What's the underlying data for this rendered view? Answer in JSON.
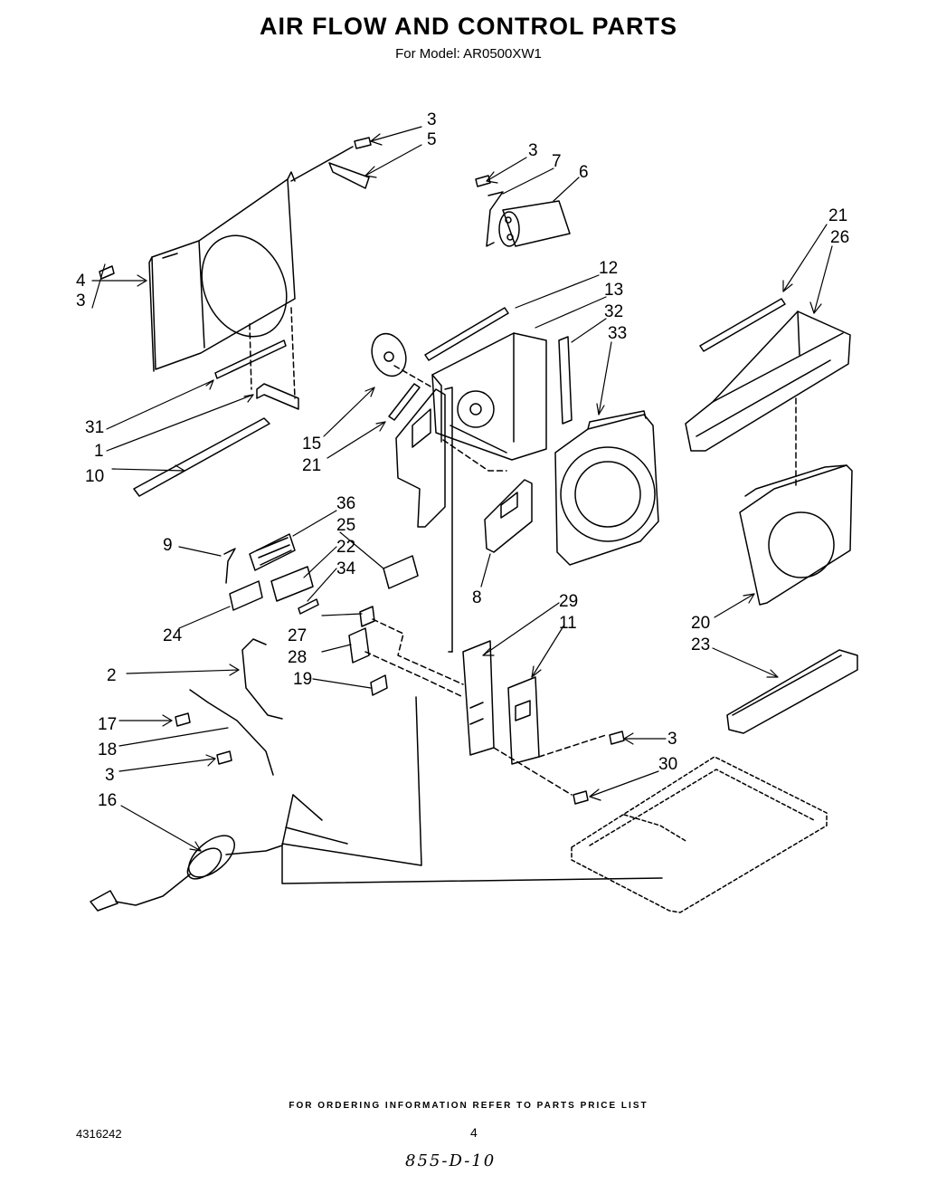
{
  "title": "AIR FLOW AND CONTROL PARTS",
  "subtitle": "For Model: AR0500XW1",
  "callouts": {
    "c3a": "3",
    "c5": "5",
    "c3b": "3",
    "c7": "7",
    "c6": "6",
    "c21a": "21",
    "c26": "26",
    "c4": "4",
    "c3c": "3",
    "c12": "12",
    "c13": "13",
    "c32": "32",
    "c33": "33",
    "c31": "31",
    "c1": "1",
    "c10": "10",
    "c15": "15",
    "c21b": "21",
    "c36": "36",
    "c25": "25",
    "c22": "22",
    "c34": "34",
    "c9": "9",
    "c24": "24",
    "c8": "8",
    "c29": "29",
    "c11": "11",
    "c27": "27",
    "c28": "28",
    "c19": "19",
    "c2": "2",
    "c20": "20",
    "c23": "23",
    "c17": "17",
    "c18": "18",
    "c3d": "3",
    "c3e": "3",
    "c30": "30",
    "c16": "16"
  },
  "footer": {
    "ordering_note": "FOR ORDERING INFORMATION REFER TO PARTS PRICE LIST",
    "doc_number": "4316242",
    "page_number": "4",
    "handwritten": "855-D-10"
  }
}
